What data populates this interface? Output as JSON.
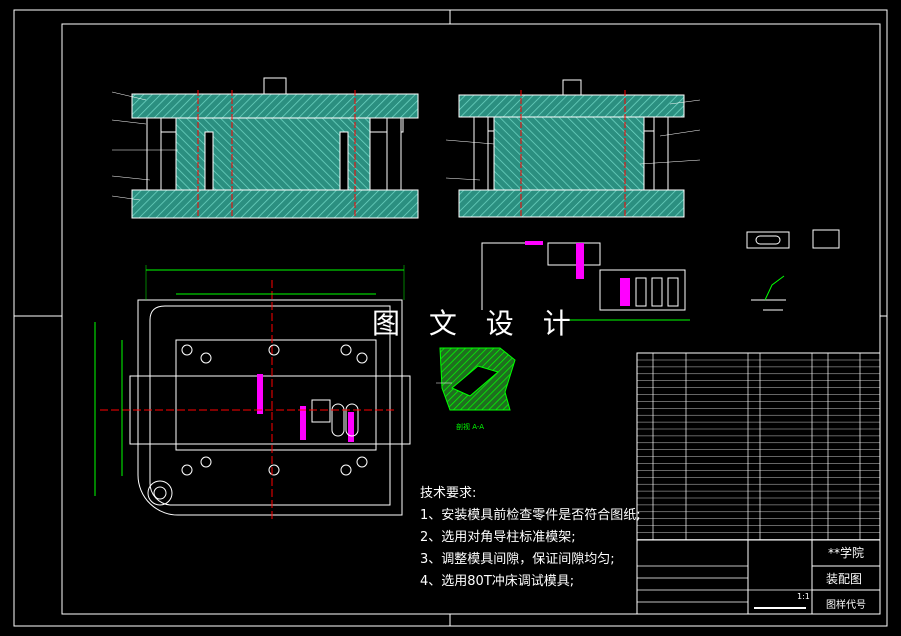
{
  "watermark": "图 文 设 计",
  "tech_requirements": {
    "title": "技术要求:",
    "items": [
      "1、安装模具前检查零件是否符合图纸;",
      "2、选用对角导柱标准模架;",
      "3、调整模具间隙，保证间隙均匀;",
      "4、选用80T冲床调试模具;"
    ]
  },
  "section_label": "剖视 A-A",
  "title_block": {
    "school": "**学院",
    "drawing_name": "装配图",
    "drawing_code": "图样代号",
    "scale": "1:1"
  },
  "colors": {
    "background": "#000000",
    "outline": "#ffffff",
    "hatch": "#2f9f8f",
    "dimension": "#00ff00",
    "centerline": "#ff0000",
    "highlight": "#ff00ff"
  }
}
